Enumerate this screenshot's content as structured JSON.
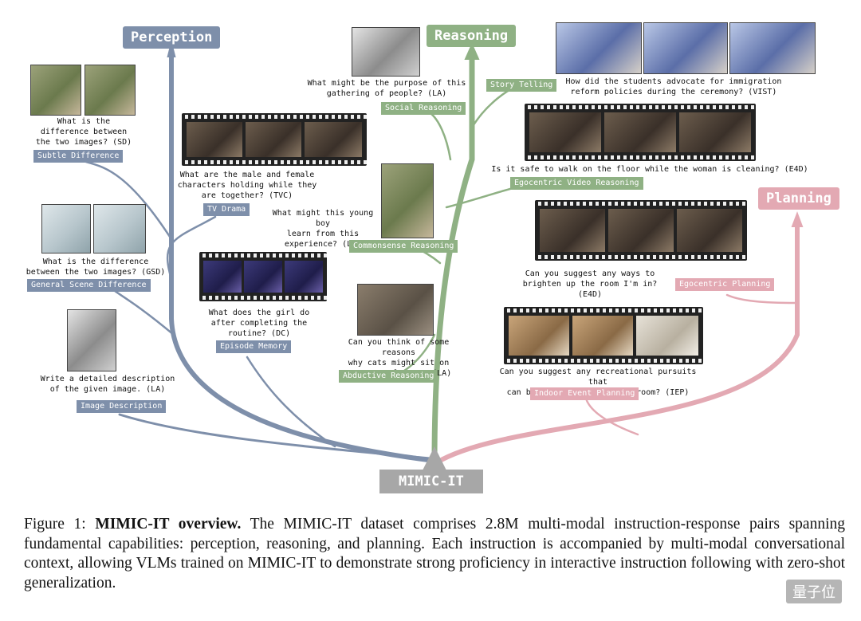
{
  "root_label": "MIMIC-IT",
  "categories": {
    "perception": "Perception",
    "reasoning": "Reasoning",
    "planning": "Planning"
  },
  "colors": {
    "perception": "#7e8faa",
    "reasoning": "#8fb184",
    "planning": "#e3a9b3",
    "root": "#a7a7a7"
  },
  "tasks": {
    "sd": {
      "question": "What is the\ndifference between\nthe two images? (SD)",
      "tag": "Subtle Difference"
    },
    "gsd": {
      "question": "What is the difference\nbetween the two images? (GSD)",
      "tag": "General Scene Difference"
    },
    "la_desc": {
      "question": "Write a detailed description\nof the given image. (LA)",
      "tag": "Image Description"
    },
    "tvc": {
      "question": "What are the male and female\ncharacters holding while they\nare together? (TVC)",
      "tag": "TV Drama"
    },
    "dc": {
      "question": "What does the girl do\nafter completing the\nroutine? (DC)",
      "tag": "Episode Memory"
    },
    "social": {
      "question": "What might be the purpose of this\ngathering of people? (LA)",
      "tag": "Social Reasoning"
    },
    "story": {
      "question": "How did the students advocate for immigration\nreform policies during the ceremony? (VIST)",
      "tag": "Story Telling"
    },
    "egovideo": {
      "question": "Is it safe to walk on the floor while the woman is cleaning? (E4D)",
      "tag": "Egocentric Video Reasoning"
    },
    "commonsense": {
      "question": "What might this young boy\nlearn from this\nexperience? (LA)",
      "tag": "Commonsense Reasoning"
    },
    "abductive": {
      "question": "Can you think of some reasons\nwhy cats might sit on\nsomeone's laptop? (LA)",
      "tag": "Abductive Reasoning"
    },
    "egoplan": {
      "question": "Can you suggest any ways to\nbrighten up the room I'm in? (E4D)",
      "tag": "Egocentric Planning"
    },
    "indoor": {
      "question": "Can you suggest any recreational pursuits that\ncan be enjoyed within this room? (IEP)",
      "tag": "Indoor Event Planning"
    }
  },
  "caption": {
    "prefix": "Figure 1: ",
    "title": "MIMIC-IT overview.",
    "body": " The MIMIC-IT dataset comprises 2.8M multi-modal instruction-response pairs spanning fundamental capabilities: perception, reasoning, and planning. Each instruction is accompanied by multi-modal conversational context, allowing VLMs trained on MIMIC-IT to demonstrate strong proficiency in interactive instruction following with zero-shot generalization."
  },
  "watermark": "量子位"
}
